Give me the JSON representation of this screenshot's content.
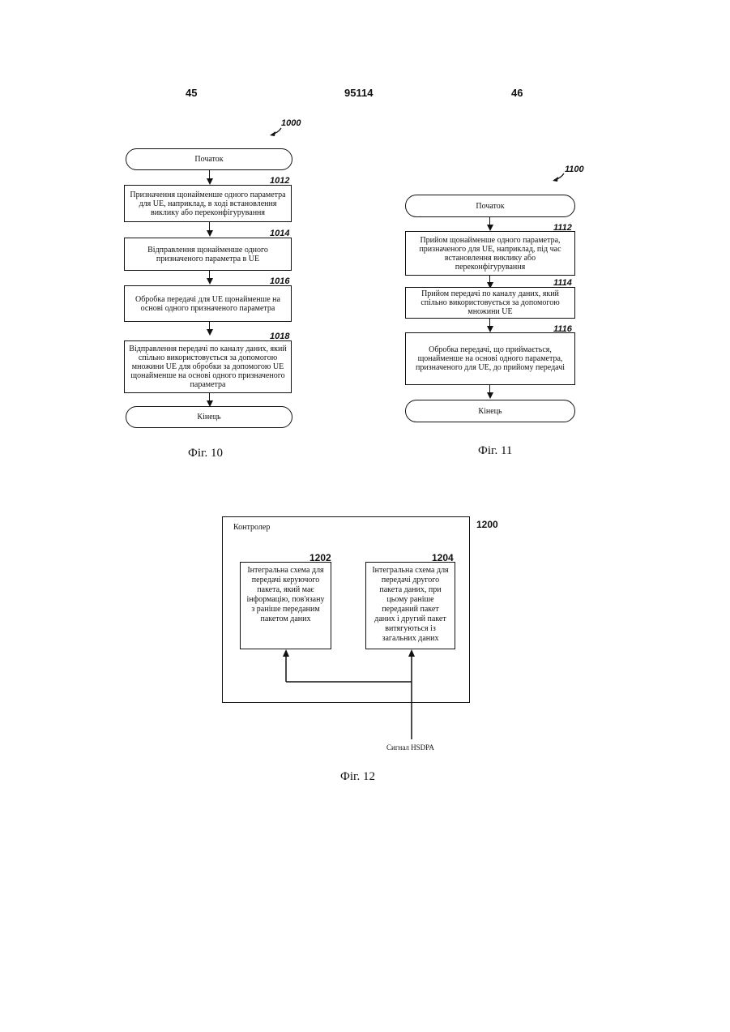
{
  "header": {
    "left_page": "45",
    "patent_no": "95114",
    "right_page": "46"
  },
  "fig10": {
    "ref": "1000",
    "start": "Початок",
    "steps": [
      {
        "ref": "1012",
        "text": "Призначення щонайменше одного параметра для UE, наприклад, в ході встановлення виклику або переконфігурування"
      },
      {
        "ref": "1014",
        "text": "Відправлення щонайменше одного призначеного параметра в UE"
      },
      {
        "ref": "1016",
        "text": "Обробка передачі для UE щонайменше на основі одного призначеного параметра"
      },
      {
        "ref": "1018",
        "text": "Відправлення передачі по каналу даних, який спільно використовується за допомогою множини UE для обробки за допомогою UE щонайменше на основі одного призначеного параметра"
      }
    ],
    "end": "Кінець",
    "caption": "Фіг. 10"
  },
  "fig11": {
    "ref": "1100",
    "start": "Початок",
    "steps": [
      {
        "ref": "1112",
        "text": "Прийом щонайменше одного параметра, призначеного для UE, наприклад, під час встановлення виклику або переконфігурування"
      },
      {
        "ref": "1114",
        "text": "Прийом передачі по каналу даних, який спільно використовується за допомогою множини UE"
      },
      {
        "ref": "1116",
        "text": "Обробка передачі, що приймається, щонайменше на основі одного параметра, призначеного для UE, до прийому передачі"
      }
    ],
    "end": "Кінець",
    "caption": "Фіг. 11"
  },
  "fig12": {
    "ref": "1200",
    "controller_label": "Контролер",
    "blocks": [
      {
        "ref": "1202",
        "text": "Інтегральна схема для передачі керуючого пакета, який має інформацію, пов'язану з раніше переданим пакетом даних"
      },
      {
        "ref": "1204",
        "text": "Інтегральна схема для передачі другого пакета даних, при цьому раніше переданий пакет даних і другий пакет витягуються із загальних даних"
      }
    ],
    "signal_label": "Сигнал HSDPA",
    "caption": "Фіг. 12"
  }
}
